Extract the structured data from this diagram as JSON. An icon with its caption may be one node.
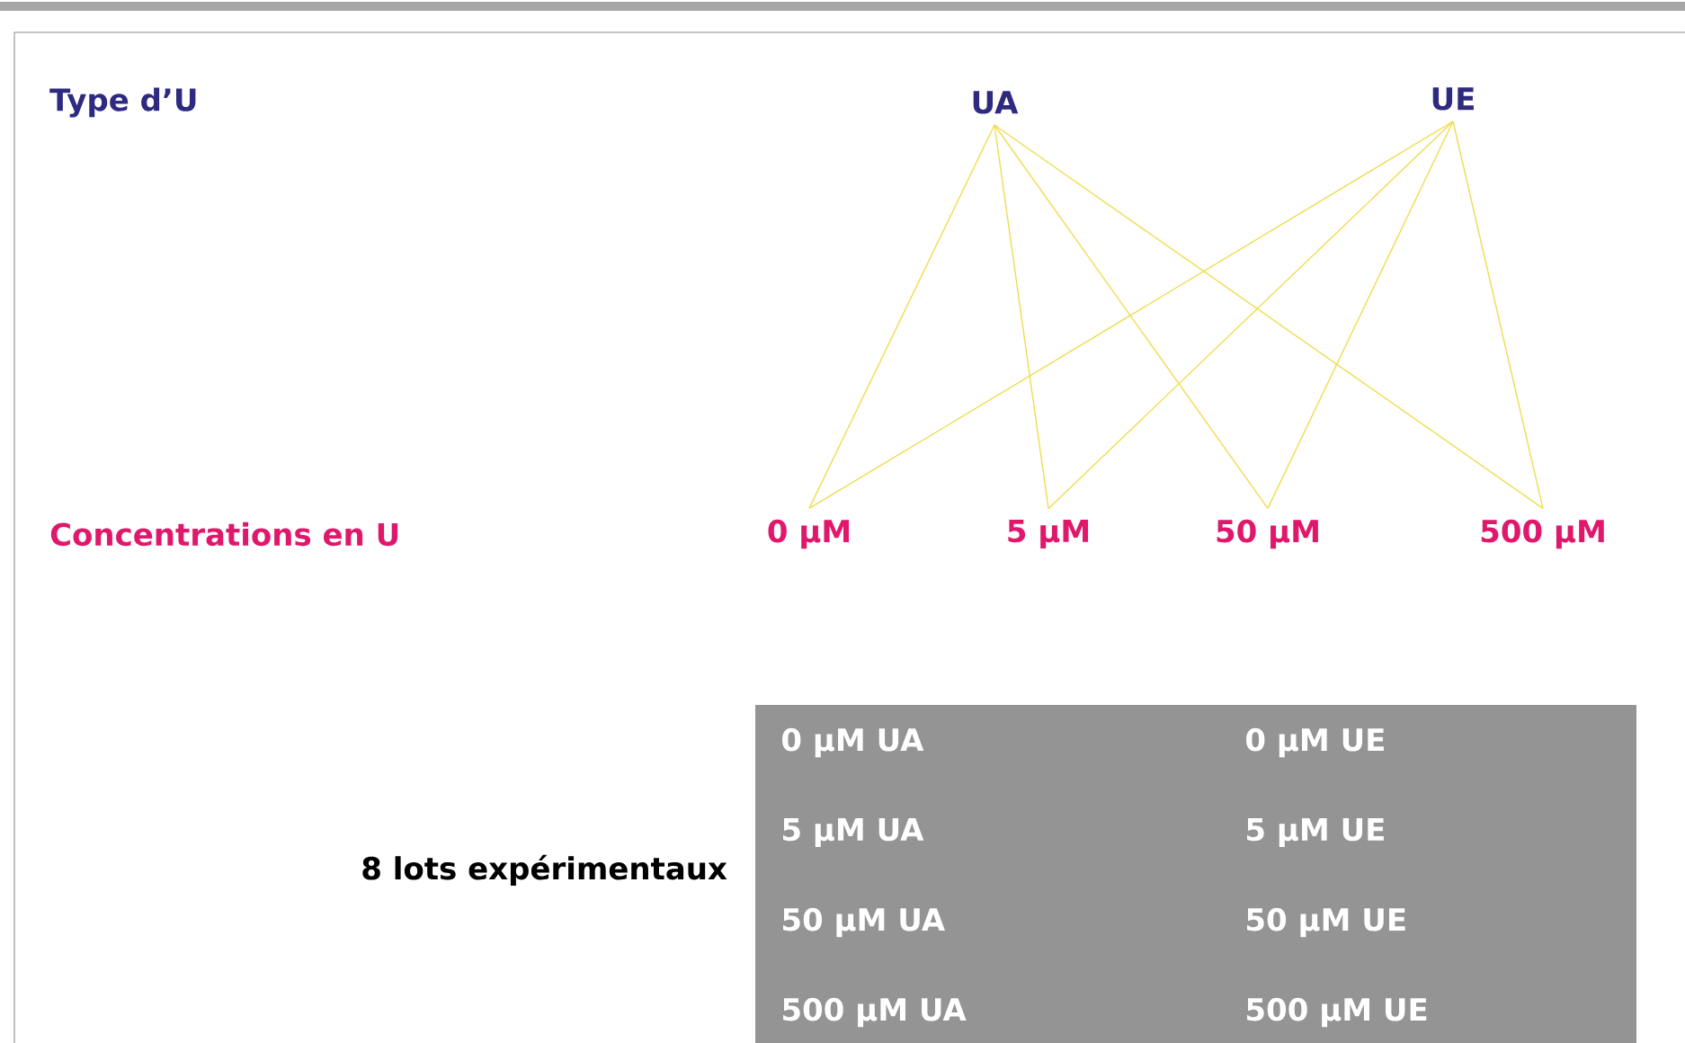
{
  "diagram": {
    "nodes": [
      {
        "text": [
          "UA"
        ]
      },
      {
        "text": [
          "UE"
        ]
      },
      {
        "text": [
          "0 µM"
        ]
      },
      {
        "text": [
          "5 µM"
        ]
      },
      {
        "text": [
          "50 µM"
        ]
      },
      {
        "text": [
          "500 µM"
        ]
      }
    ],
    "edges": [
      {
        "from": 0,
        "to": 2,
        "arrow": "none"
      },
      {
        "from": 0,
        "to": 3,
        "arrow": "none"
      },
      {
        "from": 0,
        "to": 4,
        "arrow": "none"
      },
      {
        "from": 0,
        "to": 5,
        "arrow": "none"
      },
      {
        "from": 1,
        "to": 2,
        "arrow": "none"
      },
      {
        "from": 1,
        "to": 3,
        "arrow": "none"
      },
      {
        "from": 1,
        "to": 4,
        "arrow": "none"
      },
      {
        "from": 1,
        "to": 5,
        "arrow": "none"
      }
    ],
    "labels": [
      "Type d’U",
      "Concentrations en U",
      "8 lots expérimentaux",
      "0 µM UA",
      "0 µM UE",
      "5 µM UA",
      "5 µM UE",
      "50 µM UA",
      "50 µM UE",
      "500 µM UA",
      "500 µM UE"
    ]
  }
}
